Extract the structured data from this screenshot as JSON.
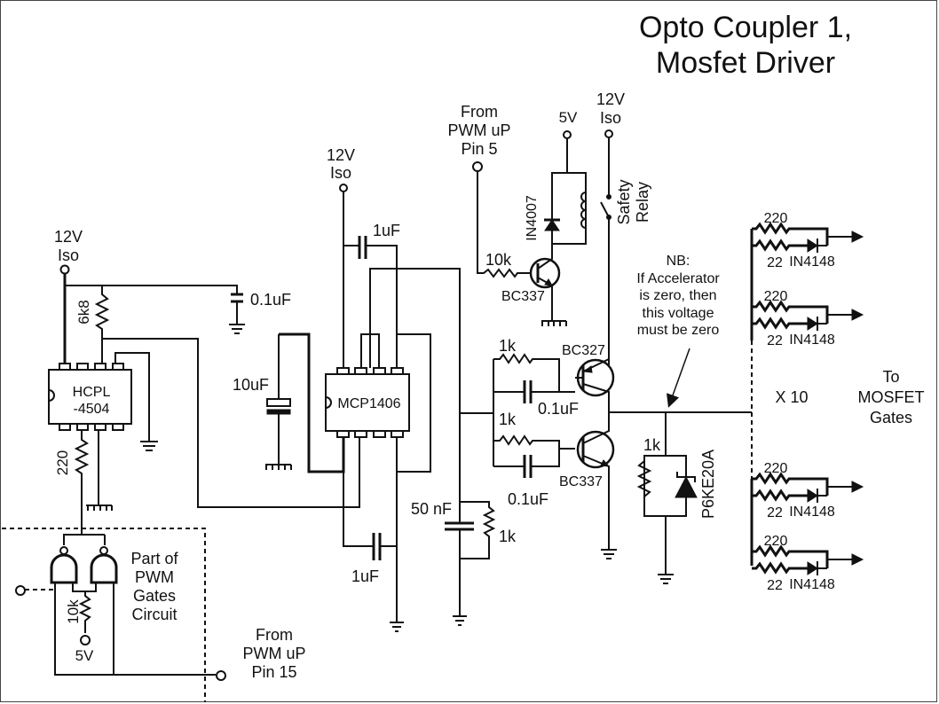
{
  "title": {
    "line1": "Opto Coupler 1,",
    "line2": "Mosfet Driver"
  },
  "power_labels": {
    "v12": "12V",
    "iso": "Iso",
    "v5": "5V"
  },
  "inputs": {
    "pwm_pin5": [
      "From",
      "PWM uP",
      "Pin 5"
    ],
    "pwm_pin15": [
      "From",
      "PWM uP",
      "Pin 15"
    ]
  },
  "ics": {
    "optocoupler": [
      "HCPL",
      "-4504"
    ],
    "driver": "MCP1406"
  },
  "components": {
    "r_6k8": "6k8",
    "c_0_1uf_hcpl": "0.1uF",
    "r_220_hcpl": "220",
    "r_10k_gate": "10k",
    "c_10uf": "10uF",
    "c_1uf_top": "1uF",
    "c_1uf_bottom": "1uF",
    "c_50nf": "50 nF",
    "r_1k_50nf": "1k",
    "r_10k_base": "10k",
    "q_relay": "BC337",
    "d_relay": "IN4007",
    "relay": [
      "Safety",
      "Relay"
    ],
    "r_1k_top": "1k",
    "c_0_1uf_top": "0.1uF",
    "q_top": "BC327",
    "r_1k_bottom": "1k",
    "c_0_1uf_bottom": "0.1uF",
    "q_bottom": "BC337",
    "r_1k_tvs": "1k",
    "tvs": "P6KE20A"
  },
  "gate_circuit_label": [
    "Part of",
    "PWM",
    "Gates",
    "Circuit"
  ],
  "note": [
    "NB:",
    "If Accelerator",
    "is zero, then",
    "this voltage",
    "must be zero"
  ],
  "gate_branches": [
    {
      "r_high": "220",
      "r_low": "22",
      "diode": "IN4148"
    },
    {
      "r_high": "220",
      "r_low": "22",
      "diode": "IN4148"
    },
    {
      "r_high": "220",
      "r_low": "22",
      "diode": "IN4148"
    },
    {
      "r_high": "220",
      "r_low": "22",
      "diode": "IN4148"
    }
  ],
  "multiplier": "X 10",
  "output_label": [
    "To",
    "MOSFET",
    "Gates"
  ]
}
